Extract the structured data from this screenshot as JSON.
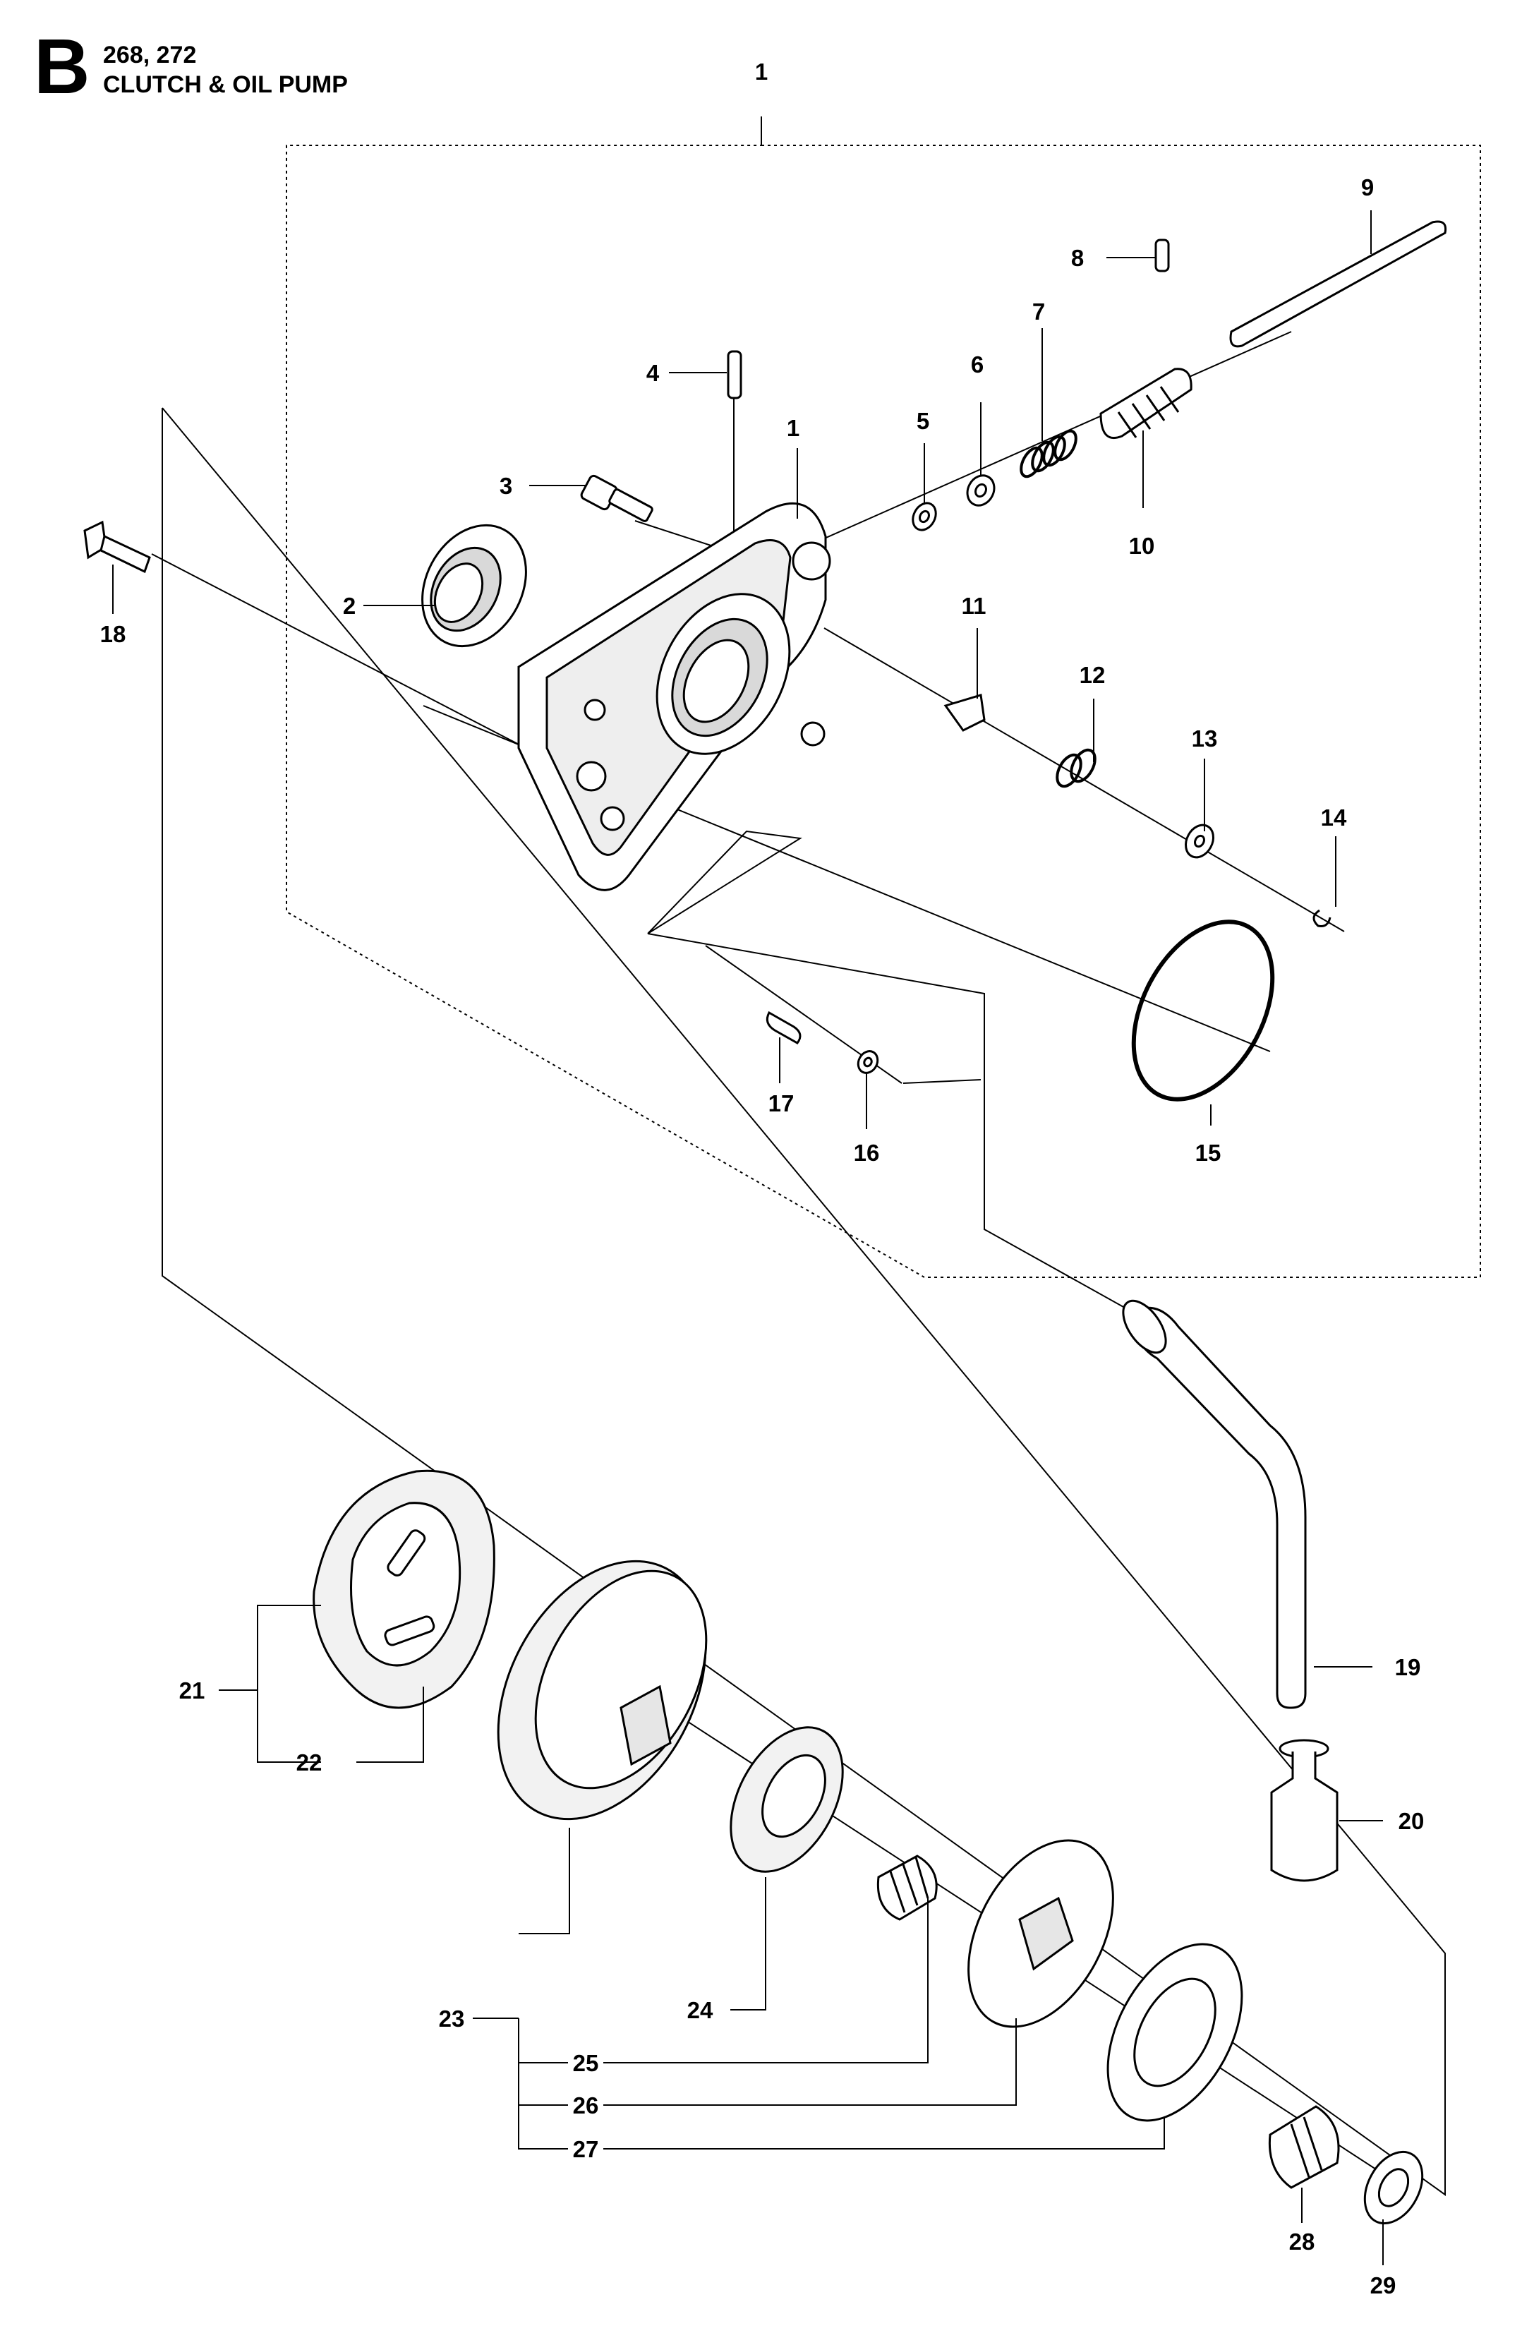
{
  "header": {
    "section": "B",
    "models": "268, 272",
    "title": "CLUTCH & OIL PUMP"
  },
  "callouts": {
    "c1_top": "1",
    "c1_housing": "1",
    "c2": "2",
    "c3": "3",
    "c4": "4",
    "c5": "5",
    "c6": "6",
    "c7": "7",
    "c8": "8",
    "c9": "9",
    "c10": "10",
    "c11": "11",
    "c12": "12",
    "c13": "13",
    "c14": "14",
    "c15": "15",
    "c16": "16",
    "c17": "17",
    "c18": "18",
    "c19": "19",
    "c20": "20",
    "c21": "21",
    "c22": "22",
    "c23": "23",
    "c24": "24",
    "c25": "25",
    "c26": "26",
    "c27": "27",
    "c28": "28",
    "c29": "29"
  },
  "colors": {
    "ink": "#000000",
    "paper": "#ffffff",
    "shade": "#d9d9d9"
  }
}
